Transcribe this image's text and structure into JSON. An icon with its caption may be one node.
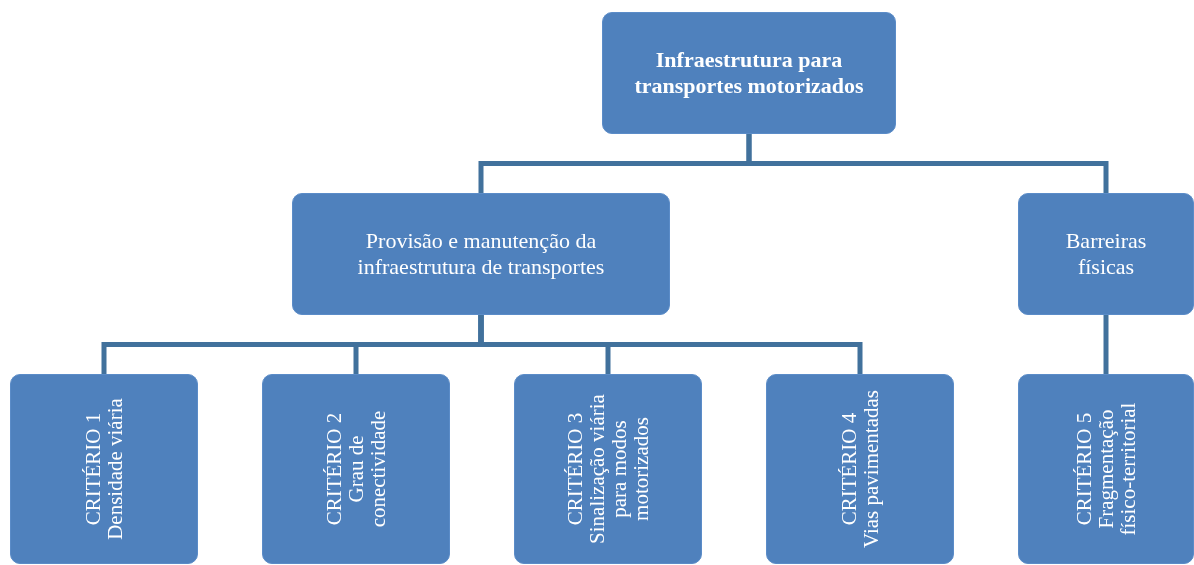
{
  "diagram": {
    "nodes": [
      {
        "text": [
          "Infraestrutura para transportes motorizados"
        ]
      },
      {
        "text": [
          "Provisão e manutenção da infraestrutura de transportes"
        ]
      },
      {
        "text": [
          "Barreiras físicas"
        ]
      },
      {
        "text": [
          "CRITÉRIO 1",
          "Densidade viária"
        ]
      },
      {
        "text": [
          "CRITÉRIO 2",
          "Grau de conectividade"
        ]
      },
      {
        "text": [
          "CRITÉRIO 3",
          "Sinalização viária para modos motorizados"
        ]
      },
      {
        "text": [
          "CRITÉRIO 4",
          "Vias pavimentadas"
        ]
      },
      {
        "text": [
          "CRITÉRIO 5",
          "Fragmentação físico-territorial"
        ]
      }
    ],
    "edges": [
      {
        "from": 0,
        "to": 1,
        "arrow": "none"
      },
      {
        "from": 0,
        "to": 2,
        "arrow": "none"
      },
      {
        "from": 1,
        "to": 3,
        "arrow": "none"
      },
      {
        "from": 1,
        "to": 4,
        "arrow": "none"
      },
      {
        "from": 1,
        "to": 5,
        "arrow": "none"
      },
      {
        "from": 1,
        "to": 6,
        "arrow": "none"
      },
      {
        "from": 2,
        "to": 7,
        "arrow": "none"
      }
    ]
  }
}
